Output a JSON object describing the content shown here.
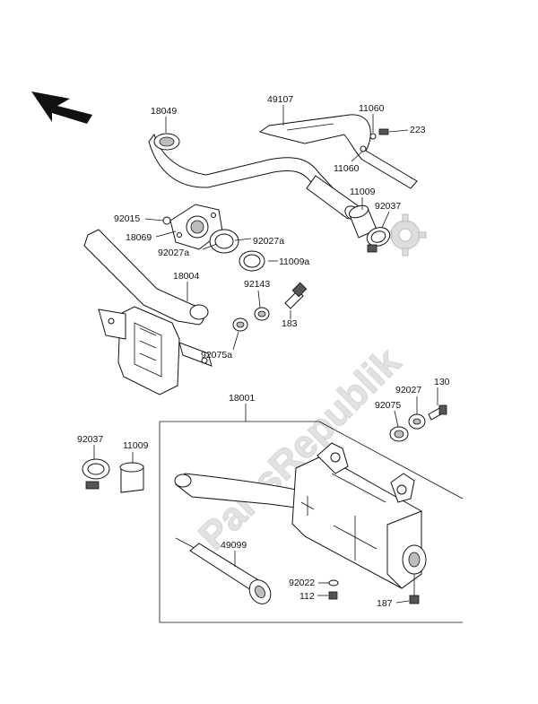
{
  "watermark": "PartsRepublik",
  "parts": [
    {
      "id": "p18049",
      "label": "18049"
    },
    {
      "id": "p49107",
      "label": "49107"
    },
    {
      "id": "p11060a",
      "label": "11060"
    },
    {
      "id": "p223",
      "label": "223"
    },
    {
      "id": "p11060b",
      "label": "11060"
    },
    {
      "id": "p11009",
      "label": "11009"
    },
    {
      "id": "p92037",
      "label": "92037"
    },
    {
      "id": "p92015",
      "label": "92015"
    },
    {
      "id": "p18069",
      "label": "18069"
    },
    {
      "id": "p92027a1",
      "label": "92027a"
    },
    {
      "id": "p92027a2",
      "label": "92027a"
    },
    {
      "id": "p11009a",
      "label": "11009a"
    },
    {
      "id": "p18004",
      "label": "18004"
    },
    {
      "id": "p92143",
      "label": "92143"
    },
    {
      "id": "p183",
      "label": "183"
    },
    {
      "id": "p92075a",
      "label": "92075a"
    },
    {
      "id": "p18001",
      "label": "18001"
    },
    {
      "id": "p92027",
      "label": "92027"
    },
    {
      "id": "p130",
      "label": "130"
    },
    {
      "id": "p92075",
      "label": "92075"
    },
    {
      "id": "p92037b",
      "label": "92037"
    },
    {
      "id": "p11009b",
      "label": "11009"
    },
    {
      "id": "p49099",
      "label": "49099"
    },
    {
      "id": "p92022",
      "label": "92022"
    },
    {
      "id": "p112",
      "label": "112"
    },
    {
      "id": "p187",
      "label": "187"
    }
  ]
}
